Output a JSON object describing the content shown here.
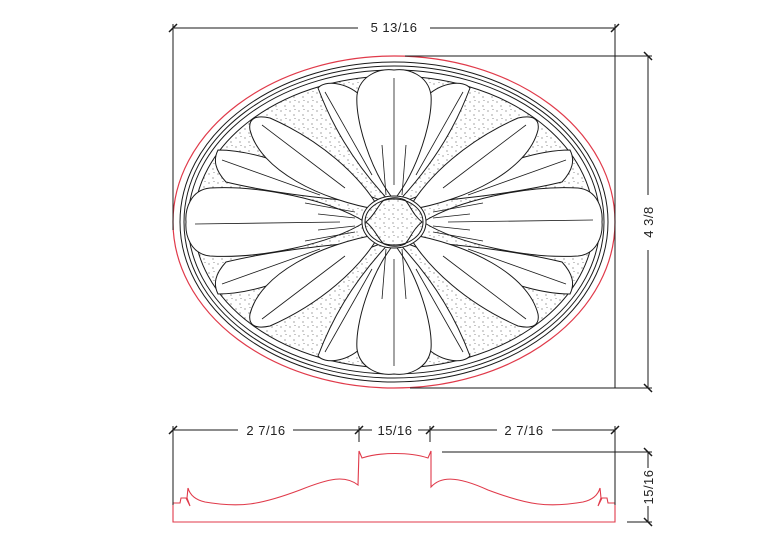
{
  "drawing": {
    "title": "Oval rosette medallion with profile section",
    "colors": {
      "line": "#1a1a1a",
      "profile": "#e03a4a",
      "stipple": "#555555",
      "background": "#ffffff"
    },
    "dimensions": {
      "overall_width": "5 13/16",
      "overall_height": "4 3/8",
      "profile_left": "2 7/16",
      "profile_center": "15/16",
      "profile_right": "2 7/16",
      "profile_depth": "15/16"
    },
    "views": [
      {
        "name": "plan-view",
        "description": "Oval rosette with 16-petal flower and stippled background"
      },
      {
        "name": "section-profile",
        "description": "Red profile outline of medallion cross-section"
      }
    ]
  }
}
